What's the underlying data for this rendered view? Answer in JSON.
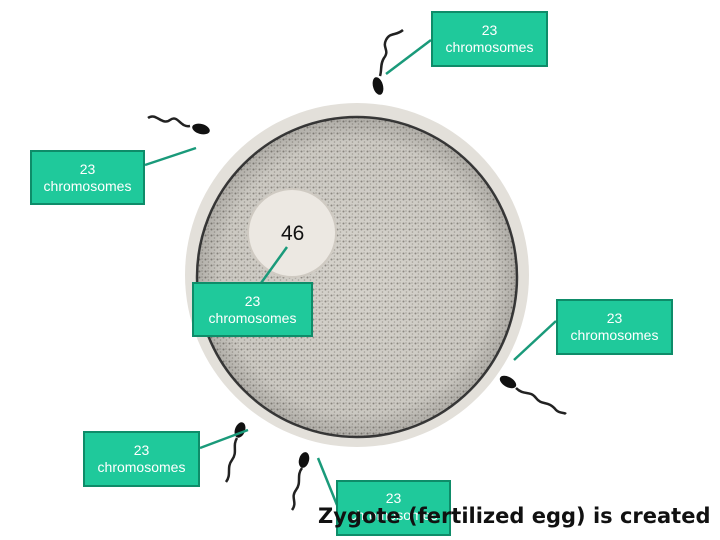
{
  "labels": {
    "count_number": "23",
    "count_word": "chromosomes"
  },
  "nucleus_count": "46",
  "caption": "Zygote (fertilized egg) is created",
  "colors": {
    "label_fill": "#1fc99b",
    "label_border": "#0e8c69",
    "connector": "#1a9a7a",
    "egg_fill": "#d9d6d0",
    "egg_edge": "#3b3b3b",
    "nucleus_fill": "#ece8e2"
  }
}
